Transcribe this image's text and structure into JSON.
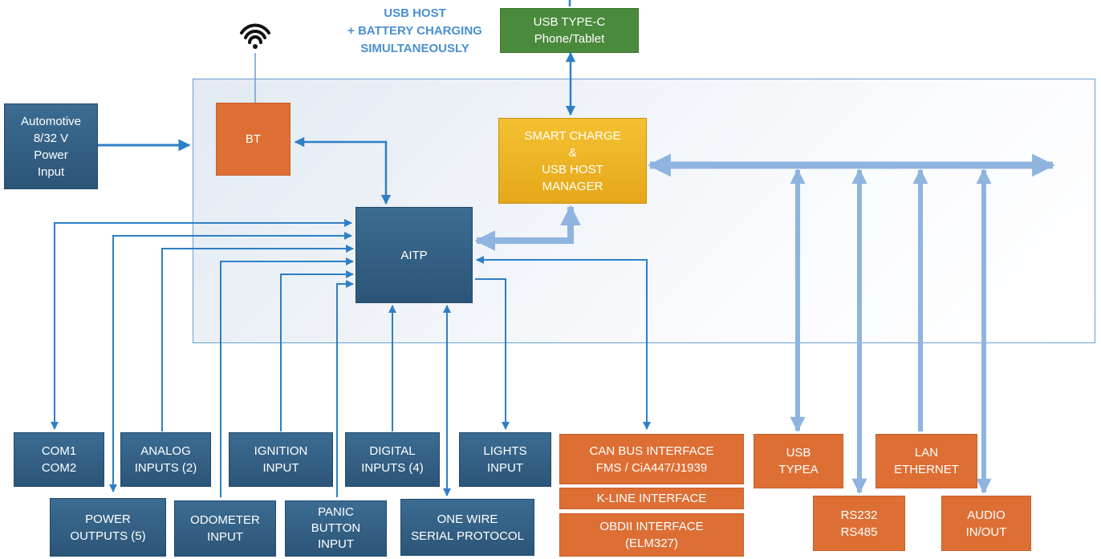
{
  "headline": [
    "USB HOST",
    "+ BATTERY CHARGING",
    "SIMULTANEOUSLY"
  ],
  "boxes": {
    "usb_typec": [
      "USB TYPE-C",
      "Phone/Tablet"
    ],
    "automotive": [
      "Automotive",
      "8/32 V",
      "Power",
      "Input"
    ],
    "bt": [
      "BT"
    ],
    "smart_charge": [
      "SMART CHARGE",
      "&",
      "USB HOST",
      "MANAGER"
    ],
    "aitp": [
      "AITP"
    ],
    "com": [
      "COM1",
      "COM2"
    ],
    "analog": [
      "ANALOG",
      "INPUTS (2)"
    ],
    "ignition": [
      "IGNITION",
      "INPUT"
    ],
    "digital": [
      "DIGITAL",
      "INPUTS (4)"
    ],
    "lights": [
      "LIGHTS",
      "INPUT"
    ],
    "power": [
      "POWER",
      "OUTPUTS (5)"
    ],
    "odometer": [
      "ODOMETER",
      "INPUT"
    ],
    "panic": [
      "PANIC",
      "BUTTON",
      "INPUT"
    ],
    "onewire": [
      "ONE WIRE",
      "SERIAL PROTOCOL"
    ],
    "can": [
      "CAN BUS INTERFACE",
      "FMS / CiA447/J1939"
    ],
    "kline": [
      "K-LINE INTERFACE"
    ],
    "obd": [
      "OBDII INTERFACE",
      "(ELM327)"
    ],
    "usba": [
      "USB",
      "TYPEA"
    ],
    "lan": [
      "LAN",
      "ETHERNET"
    ],
    "rs": [
      "RS232",
      "RS485"
    ],
    "audio": [
      "AUDIO",
      "IN/OUT"
    ]
  },
  "icons": {
    "wifi": "wifi-icon"
  },
  "colors": {
    "module_blue": "#2f5b80",
    "interface_orange": "#dd6f35",
    "phone_green": "#4a8a3c",
    "manager_yellow": "#f0b526",
    "arrow_dark": "#2e7fc6",
    "arrow_light": "#8fb4e0",
    "headline_blue": "#4a90d0"
  }
}
